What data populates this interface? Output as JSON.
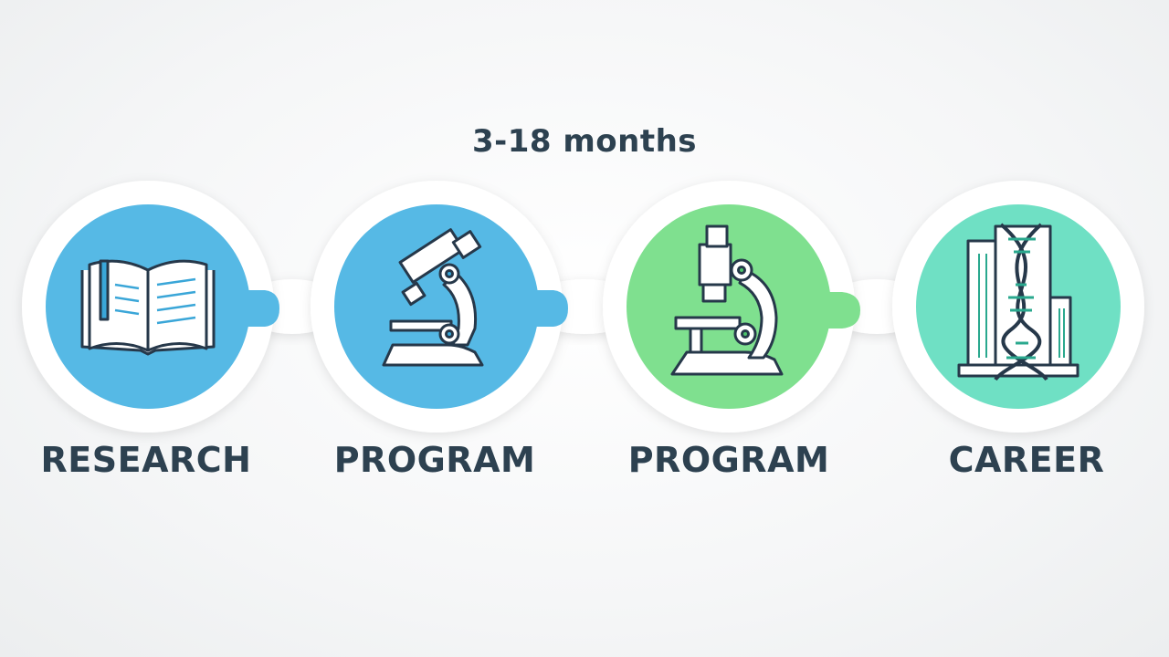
{
  "duration_label": "3-18 months",
  "colors": {
    "label_text": "#2d4150",
    "stroke": "#26384a",
    "background": "#f4f5f6",
    "ring": "#ffffff"
  },
  "stages": [
    {
      "label": "RESEARCH",
      "icon": "open-book-icon",
      "fill": "#56b9e5"
    },
    {
      "label": "PROGRAM",
      "icon": "microscope-icon",
      "fill": "#56b9e5"
    },
    {
      "label": "PROGRAM",
      "icon": "microscope-icon",
      "fill": "#7fe08f"
    },
    {
      "label": "CAREER",
      "icon": "dna-building-icon",
      "fill": "#6fe0c4"
    }
  ]
}
